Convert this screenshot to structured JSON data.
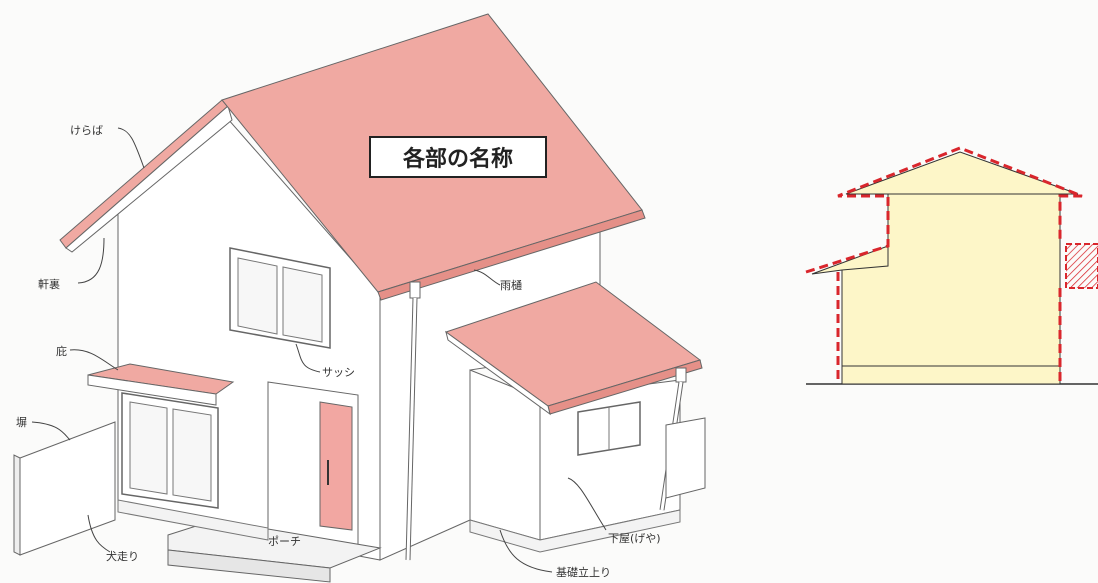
{
  "title": "各部の名称",
  "labels": {
    "keraba": "けらば",
    "nokiura": "軒裏",
    "hisashi": "庇",
    "hei": "塀",
    "sash": "サッシ",
    "amadoi": "雨樋",
    "inubashiri": "犬走り",
    "porch": "ポーチ",
    "geya": "下屋(げや)",
    "kiso": "基礎立上り"
  },
  "colors": {
    "roof": "#f0a9a2",
    "wall": "#ffffff",
    "outline": "#555555",
    "elevation_fill": "#fdf6c8",
    "boundary_dash": "#d9262c"
  }
}
